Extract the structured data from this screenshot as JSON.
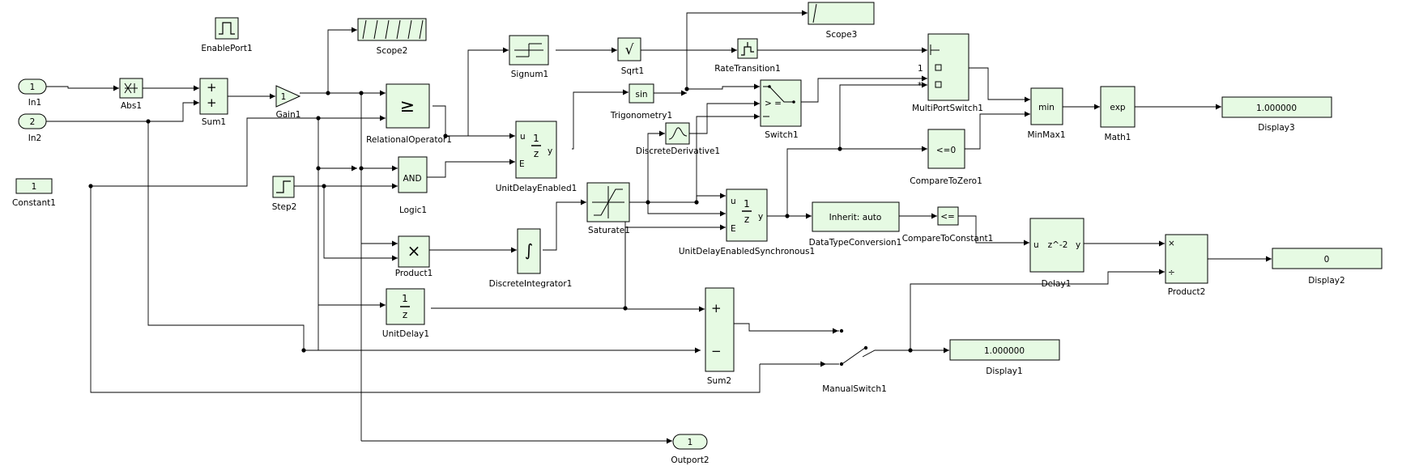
{
  "blocks": {
    "in1": {
      "name": "In1",
      "port": "1"
    },
    "in2": {
      "name": "In2",
      "port": "2"
    },
    "constant1": {
      "name": "Constant1",
      "value": "1"
    },
    "abs1": {
      "name": "Abs1"
    },
    "enableport1": {
      "name": "EnablePort1"
    },
    "sum1": {
      "name": "Sum1",
      "signs": [
        "+",
        "+"
      ]
    },
    "gain1": {
      "name": "Gain1",
      "value": "1"
    },
    "scope2": {
      "name": "Scope2"
    },
    "step2": {
      "name": "Step2"
    },
    "relop1": {
      "name": "RelationalOperator1",
      "op": "≥"
    },
    "logic1": {
      "name": "Logic1",
      "op": "AND"
    },
    "product1": {
      "name": "Product1",
      "op": "×"
    },
    "unitdelay1": {
      "name": "UnitDelay1",
      "num": "1",
      "den": "z"
    },
    "signum1": {
      "name": "Signum1"
    },
    "ude1": {
      "name": "UnitDelayEnabled1",
      "u": "u",
      "e": "E",
      "y": "y",
      "num": "1",
      "den": "z"
    },
    "discint1": {
      "name": "DiscreteIntegrator1",
      "sym": "∫"
    },
    "saturate1": {
      "name": "Saturate1"
    },
    "sqrt1": {
      "name": "Sqrt1",
      "sym": "√"
    },
    "trig1": {
      "name": "Trigonometry1",
      "fn": "sin"
    },
    "discderiv1": {
      "name": "DiscreteDerivative1"
    },
    "ratetrans1": {
      "name": "RateTransition1"
    },
    "scope3": {
      "name": "Scope3"
    },
    "switch1": {
      "name": "Switch1",
      "cond": "> ="
    },
    "udes1": {
      "name": "UnitDelayEnabledSynchronous1",
      "u": "u",
      "e": "E",
      "y": "y",
      "num": "1",
      "den": "z"
    },
    "sum2": {
      "name": "Sum2",
      "signs": [
        "+",
        "−"
      ]
    },
    "multiport1": {
      "name": "MultiPortSwitch1",
      "p1": "1",
      "p2": "*"
    },
    "comptozero1": {
      "name": "CompareToZero1",
      "op": "<=0"
    },
    "dtc1": {
      "name": "DataTypeConversion1",
      "text": "Inherit: auto"
    },
    "comptoconst1": {
      "name": "CompareToConstant1",
      "op": "<="
    },
    "manswitch1": {
      "name": "ManualSwitch1"
    },
    "minmax1": {
      "name": "MinMax1",
      "fn": "min"
    },
    "math1": {
      "name": "Math1",
      "fn": "exp"
    },
    "display3": {
      "name": "Display3",
      "value": "1.000000"
    },
    "delay1": {
      "name": "Delay1",
      "u": "u",
      "fn": "z^-2",
      "y": "y"
    },
    "product2": {
      "name": "Product2",
      "signs": [
        "×",
        "÷"
      ]
    },
    "display2": {
      "name": "Display2",
      "value": "0"
    },
    "display1": {
      "name": "Display1",
      "value": "1.000000"
    },
    "outport2": {
      "name": "Outport2",
      "port": "1"
    }
  }
}
